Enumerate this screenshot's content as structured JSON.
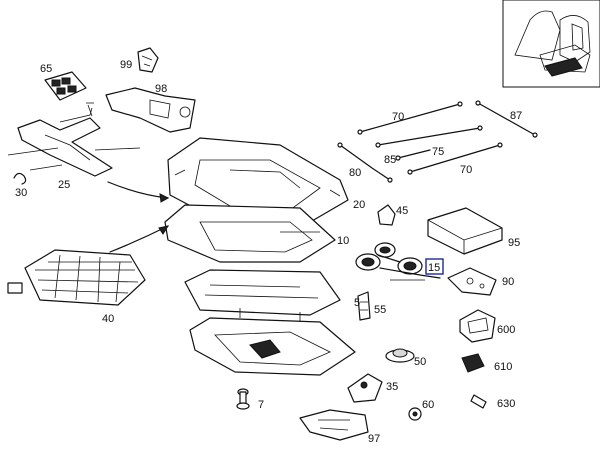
{
  "diagram": {
    "labels": [
      {
        "id": "p99",
        "text": "99"
      },
      {
        "id": "p65",
        "text": "65"
      },
      {
        "id": "p98",
        "text": "98"
      },
      {
        "id": "p25",
        "text": "25"
      },
      {
        "id": "p30",
        "text": "30"
      },
      {
        "id": "p70a",
        "text": "70"
      },
      {
        "id": "p87",
        "text": "87"
      },
      {
        "id": "p75",
        "text": "75"
      },
      {
        "id": "p85",
        "text": "85"
      },
      {
        "id": "p80",
        "text": "80"
      },
      {
        "id": "p70b",
        "text": "70"
      },
      {
        "id": "p20",
        "text": "20"
      },
      {
        "id": "p45",
        "text": "45"
      },
      {
        "id": "p10",
        "text": "10"
      },
      {
        "id": "p95",
        "text": "95"
      },
      {
        "id": "p15",
        "text": "15"
      },
      {
        "id": "p90",
        "text": "90"
      },
      {
        "id": "p40",
        "text": "40"
      },
      {
        "id": "p5",
        "text": "5"
      },
      {
        "id": "p55",
        "text": "55"
      },
      {
        "id": "p600",
        "text": "600"
      },
      {
        "id": "p50",
        "text": "50"
      },
      {
        "id": "p610",
        "text": "610"
      },
      {
        "id": "p35",
        "text": "35"
      },
      {
        "id": "p7",
        "text": "7"
      },
      {
        "id": "p60",
        "text": "60"
      },
      {
        "id": "p630",
        "text": "630"
      },
      {
        "id": "p97",
        "text": "97"
      }
    ],
    "highlight_label": "p15",
    "highlight_color": "#1a2a9a"
  }
}
